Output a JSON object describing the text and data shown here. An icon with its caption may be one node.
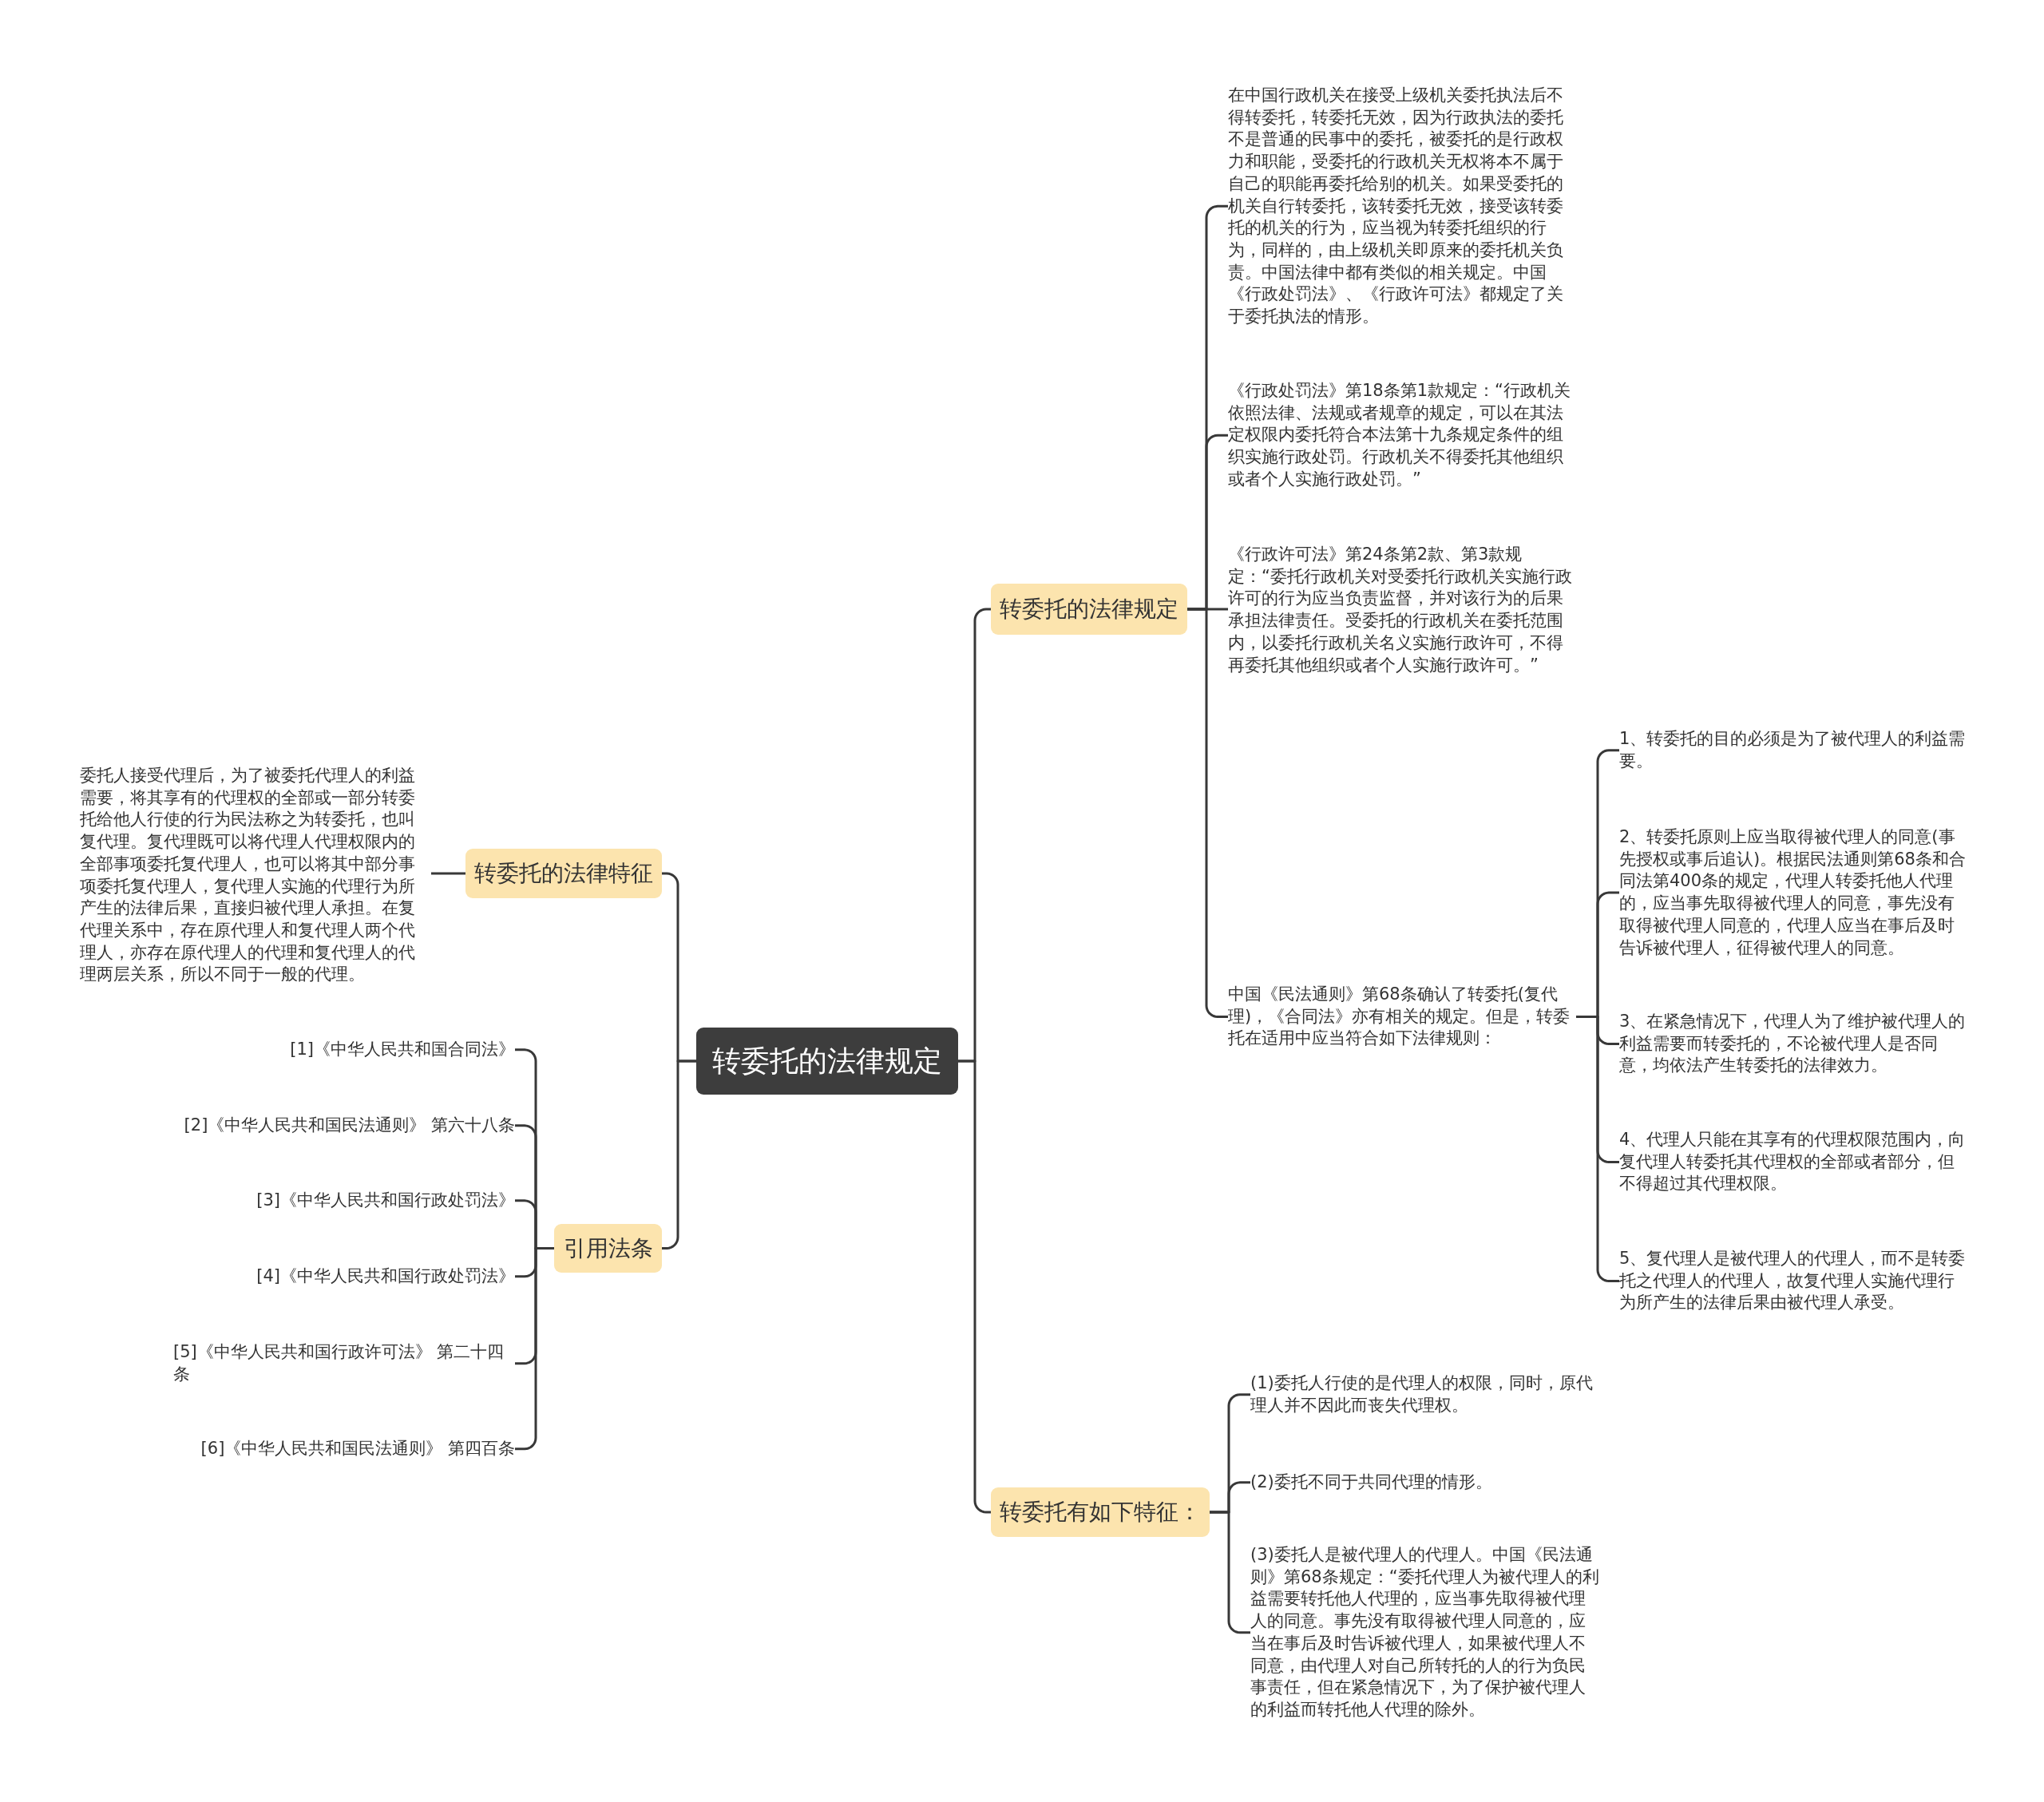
{
  "diagram": {
    "nodes": [
      {
        "text": [
          "转委托的法律规定"
        ]
      },
      {
        "text": [
          "转委托的法律规定"
        ]
      },
      {
        "text": [
          "在中国行政机关在接受上级机关委托执法后不得转委托，转委托无效，因为行政执法的委托不是普通的民事中的委托，被委托的是行政权力和职能，受委托的行政机关无权将本不属于自己的职能再委托给别的机关。如果受委托的机关自行转委托，该转委托无效，接受该转委托的机关的行为，应当视为转委托组织的行为，同样的，由上级机关即原来的委托机关负责。中国法律中都有类似的相关规定。中国《行政处罚法》、《行政许可法》都规定了关于委托执法的情形。"
        ]
      },
      {
        "text": [
          "《行政处罚法》第18条第1款规定：“行政机关依照法律、法规或者规章的规定，可以在其法定权限内委托符合本法第十九条规定条件的组织实施行政处罚。行政机关不得委托其他组织或者个人实施行政处罚。”"
        ]
      },
      {
        "text": [
          "《行政许可法》第24条第2款、第3款规定：“委托行政机关对受委托行政机关实施行政许可的行为应当负责监督，并对该行为的后果承担法律责任。受委托的行政机关在委托范围内，以委托行政机关名义实施行政许可，不得再委托其他组织或者个人实施行政许可。”"
        ]
      },
      {
        "text": [
          "中国《民法通则》第68条确认了转委托(复代理)，《合同法》亦有相关的规定。但是，转委托在适用中应当符合如下法律规则："
        ]
      },
      {
        "text": [
          "1、转委托的目的必须是为了被代理人的利益需要。"
        ]
      },
      {
        "text": [
          "2、转委托原则上应当取得被代理人的同意(事先授权或事后追认)。根据民法通则第68条和合同法第400条的规定，代理人转委托他人代理的，应当事先取得被代理人的同意，事先没有取得被代理人同意的，代理人应当在事后及时告诉被代理人，征得被代理人的同意。"
        ]
      },
      {
        "text": [
          "3、在紧急情况下，代理人为了维护被代理人的利益需要而转委托的，不论被代理人是否同意，均依法产生转委托的法律效力。"
        ]
      },
      {
        "text": [
          "4、代理人只能在其享有的代理权限范围内，向复代理人转委托其代理权的全部或者部分，但不得超过其代理权限。"
        ]
      },
      {
        "text": [
          "5、复代理人是被代理人的代理人，而不是转委托之代理人的代理人，故复代理人实施代理行为所产生的法律后果由被代理人承受。"
        ]
      },
      {
        "text": [
          "转委托有如下特征："
        ]
      },
      {
        "text": [
          "(1)委托人行使的是代理人的权限，同时，原代理人并不因此而丧失代理权。"
        ]
      },
      {
        "text": [
          "(2)委托不同于共同代理的情形。"
        ]
      },
      {
        "text": [
          "(3)委托人是被代理人的代理人。中国《民法通则》第68条规定：“委托代理人为被代理人的利益需要转托他人代理的，应当事先取得被代理人的同意。事先没有取得被代理人同意的，应当在事后及时告诉被代理人，如果被代理人不同意，由代理人对自己所转托的人的行为负民事责任，但在紧急情况下，为了保护被代理人的利益而转托他人代理的除外。"
        ]
      },
      {
        "text": [
          "转委托的法律特征"
        ]
      },
      {
        "text": [
          "委托人接受代理后，为了被委托代理人的利益需要，将其享有的代理权的全部或一部分转委托给他人行使的行为民法称之为转委托，也叫复代理。复代理既可以将代理人代理权限内的全部事项委托复代理人，也可以将其中部分事项委托复代理人，复代理人实施的代理行为所产生的法律后果，直接归被代理人承担。在复代理关系中，存在原代理人和复代理人两个代理人，亦存在原代理人的代理和复代理人的代理两层关系，所以不同于一般的代理。"
        ]
      },
      {
        "text": [
          "引用法条"
        ]
      },
      {
        "text": [
          "[1]《中华人民共和国合同法》"
        ]
      },
      {
        "text": [
          "[2]《中华人民共和国民法通则》 第六十八条"
        ]
      },
      {
        "text": [
          "[3]《中华人民共和国行政处罚法》"
        ]
      },
      {
        "text": [
          "[4]《中华人民共和国行政处罚法》"
        ]
      },
      {
        "text": [
          "[5]《中华人民共和国行政许可法》 第二十四条"
        ]
      },
      {
        "text": [
          "[6]《中华人民共和国民法通则》 第四百条"
        ]
      }
    ],
    "edges": [
      {
        "from": 0,
        "to": 1,
        "arrow": "none"
      },
      {
        "from": 1,
        "to": 2,
        "arrow": "none"
      },
      {
        "from": 1,
        "to": 3,
        "arrow": "none"
      },
      {
        "from": 1,
        "to": 4,
        "arrow": "none"
      },
      {
        "from": 1,
        "to": 5,
        "arrow": "none"
      },
      {
        "from": 5,
        "to": 6,
        "arrow": "none"
      },
      {
        "from": 5,
        "to": 7,
        "arrow": "none"
      },
      {
        "from": 5,
        "to": 8,
        "arrow": "none"
      },
      {
        "from": 5,
        "to": 9,
        "arrow": "none"
      },
      {
        "from": 5,
        "to": 10,
        "arrow": "none"
      },
      {
        "from": 0,
        "to": 11,
        "arrow": "none"
      },
      {
        "from": 11,
        "to": 12,
        "arrow": "none"
      },
      {
        "from": 11,
        "to": 13,
        "arrow": "none"
      },
      {
        "from": 11,
        "to": 14,
        "arrow": "none"
      },
      {
        "from": 0,
        "to": 15,
        "arrow": "none"
      },
      {
        "from": 15,
        "to": 16,
        "arrow": "none"
      },
      {
        "from": 0,
        "to": 17,
        "arrow": "none"
      },
      {
        "from": 17,
        "to": 18,
        "arrow": "none"
      },
      {
        "from": 17,
        "to": 19,
        "arrow": "none"
      },
      {
        "from": 17,
        "to": 20,
        "arrow": "none"
      },
      {
        "from": 17,
        "to": 21,
        "arrow": "none"
      },
      {
        "from": 17,
        "to": 22,
        "arrow": "none"
      },
      {
        "from": 17,
        "to": 23,
        "arrow": "none"
      }
    ]
  }
}
